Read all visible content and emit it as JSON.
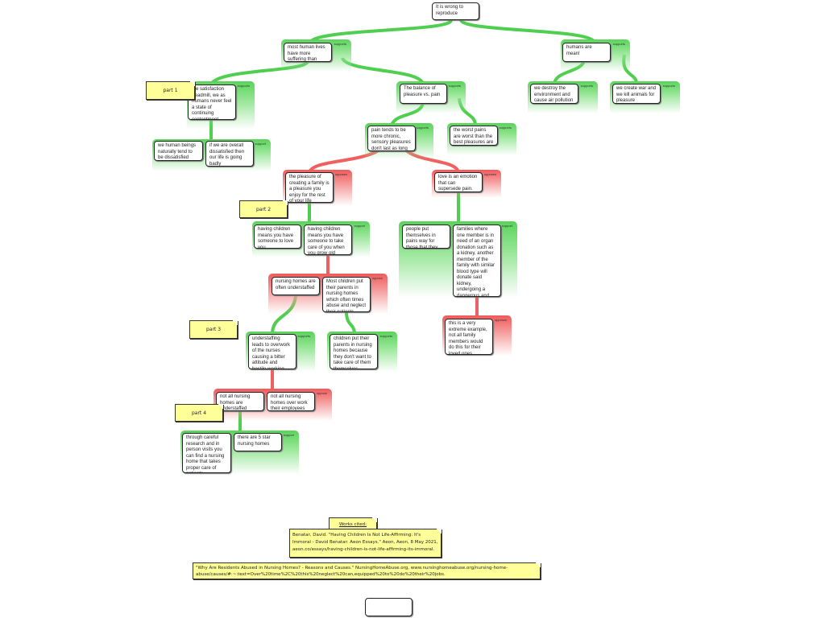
{
  "root": "It is wrong to reproduce",
  "groups": [
    {
      "kind": "support",
      "label": "supports",
      "boxes": [
        "most human lives have more suffering than good stuff"
      ]
    },
    {
      "kind": "support",
      "label": "supports",
      "boxes": [
        "humans are mean!"
      ]
    },
    {
      "kind": "support",
      "label": "supports",
      "boxes": [
        "the satisfaction treadmill, we as humans never feel a state of continuing contentment"
      ]
    },
    {
      "kind": "support",
      "label": "supports",
      "boxes": [
        "The balance of pleasure vs. pain"
      ]
    },
    {
      "kind": "support",
      "label": "supports",
      "boxes": [
        "we destroy the environment and cause air pollution"
      ]
    },
    {
      "kind": "support",
      "label": "supports",
      "boxes": [
        "we create war and we kill animals for pleasure"
      ]
    },
    {
      "kind": "support",
      "label": "support",
      "boxes": [
        "we human beings naturally tend to be dissatisfied",
        "if we are overall dissatisfied then our life is going badly"
      ]
    },
    {
      "kind": "support",
      "label": "supports",
      "boxes": [
        "pain tends to be more chronic, sensory pleasures don't last as long"
      ]
    },
    {
      "kind": "support",
      "label": "supports",
      "boxes": [
        "the worst pains are worst than the best pleasures are"
      ]
    },
    {
      "kind": "oppose",
      "label": "opposes",
      "boxes": [
        "the pleasure of creating a family is a pleasure you enjoy for the rest of your life"
      ]
    },
    {
      "kind": "oppose",
      "label": "opposes",
      "boxes": [
        "love is an emotion that can supersede pain."
      ]
    },
    {
      "kind": "support",
      "label": "support",
      "boxes": [
        "having children means you have someone to love you unconditionally",
        "having children means you have someone to take care of you when you grow old"
      ]
    },
    {
      "kind": "support",
      "label": "support",
      "boxes": [
        "people put themselves in pains way for those that they love",
        "families where one member is in need of an organ donation such as a kidney, another member of the family with similar blood type will donate said kidney, undergoing a dangerous and harmful procedure a person they love"
      ]
    },
    {
      "kind": "oppose",
      "label": "oppose",
      "boxes": [
        "nursing homes are often understaffed",
        "Most children put their parents in nursing homes which often times abuse and neglect their patients"
      ]
    },
    {
      "kind": "oppose",
      "label": "opposes",
      "boxes": [
        "this is a very extreme example, not all family members would do this for their loved ones"
      ]
    },
    {
      "kind": "support",
      "label": "supports",
      "boxes": [
        "understaffing leads to overwork of the nurses causing a bitter attitude and hostile working environment"
      ]
    },
    {
      "kind": "support",
      "label": "supports",
      "boxes": [
        "children put their parents in nursing homes because they don't want to take care of them themselves"
      ]
    },
    {
      "kind": "oppose",
      "label": "oppose",
      "boxes": [
        "not all nursing homes are understaffed",
        "not all nursing homes over work their employees"
      ]
    },
    {
      "kind": "support",
      "label": "support",
      "boxes": [
        "through careful research and in person visits you can find a nursing home that takes proper care of patients",
        "there are 5 star nursing homes"
      ]
    }
  ],
  "notes": [
    "part 1",
    "part 2",
    "part 3",
    "part 4",
    "Works cited:"
  ],
  "citations": [
    "Benatar, David. \"Having Children Is Not Life-Affirming: It's Immoral - David Benatar: Aeon Essays.\" Aeon, Aeon, 8 May 2021, aeon.co/essays/having-children-is-not-life-affirming-its-immoral.",
    "\"Why Are Residents Abused in Nursing Homes? - Reasons and Causes.\" NursingHomeAbuse.org, www.nursinghomeabuse.org/nursing-home-abuse/causes/#:~:text=Over%20time%2C%20this%20neglect%20can,equipped%20to%20do%20their%20jobs."
  ],
  "colors": {
    "support": "#5ad35a",
    "oppose": "#f05a5a",
    "note": "#ffff99"
  }
}
